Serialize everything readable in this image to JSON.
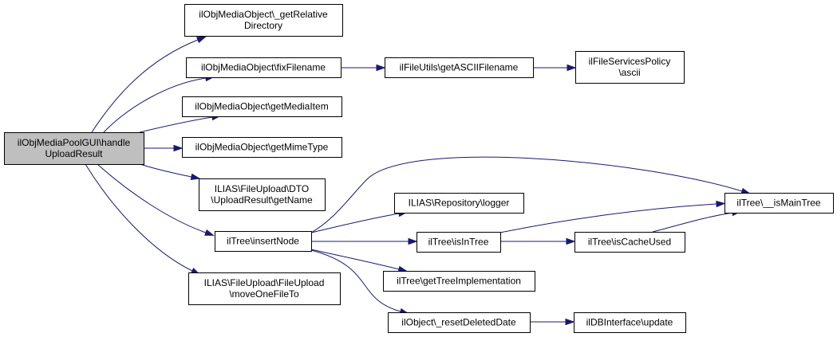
{
  "graph": {
    "type": "call-graph",
    "colors": {
      "edge": "#191970",
      "root_fill": "#bfbfbf",
      "node_fill": "#ffffff",
      "node_border": "#000000"
    },
    "nodes": [
      {
        "id": "root",
        "lines": [
          "ilObjMediaPoolGUI\\handle",
          "UploadResult"
        ],
        "root": true
      },
      {
        "id": "getRelativeDirectory",
        "lines": [
          "ilObjMediaObject\\_getRelative",
          "Directory"
        ]
      },
      {
        "id": "fixFilename",
        "lines": [
          "ilObjMediaObject\\fixFilename"
        ]
      },
      {
        "id": "getASCIIFilename",
        "lines": [
          "ilFileUtils\\getASCIIFilename"
        ]
      },
      {
        "id": "ascii",
        "lines": [
          "ilFileServicesPolicy",
          "\\ascii"
        ]
      },
      {
        "id": "getMediaItem",
        "lines": [
          "ilObjMediaObject\\getMediaItem"
        ]
      },
      {
        "id": "getMimeType",
        "lines": [
          "ilObjMediaObject\\getMimeType"
        ]
      },
      {
        "id": "getName",
        "lines": [
          "ILIAS\\FileUpload\\DTO",
          "\\UploadResult\\getName"
        ]
      },
      {
        "id": "insertNode",
        "lines": [
          "ilTree\\insertNode"
        ]
      },
      {
        "id": "moveOneFileTo",
        "lines": [
          "ILIAS\\FileUpload\\FileUpload",
          "\\moveOneFileTo"
        ]
      },
      {
        "id": "logger",
        "lines": [
          "ILIAS\\Repository\\logger"
        ]
      },
      {
        "id": "isInTree",
        "lines": [
          "ilTree\\isInTree"
        ]
      },
      {
        "id": "isCacheUsed",
        "lines": [
          "ilTree\\isCacheUsed"
        ]
      },
      {
        "id": "isMainTree",
        "lines": [
          "ilTree\\__isMainTree"
        ]
      },
      {
        "id": "getTreeImplementation",
        "lines": [
          "ilTree\\getTreeImplementation"
        ]
      },
      {
        "id": "resetDeletedDate",
        "lines": [
          "ilObject\\_resetDeletedDate"
        ]
      },
      {
        "id": "update",
        "lines": [
          "ilDBInterface\\update"
        ]
      }
    ],
    "edges": [
      {
        "from": "root",
        "to": "getRelativeDirectory"
      },
      {
        "from": "root",
        "to": "fixFilename"
      },
      {
        "from": "root",
        "to": "getMediaItem"
      },
      {
        "from": "root",
        "to": "getMimeType"
      },
      {
        "from": "root",
        "to": "getName"
      },
      {
        "from": "root",
        "to": "insertNode"
      },
      {
        "from": "root",
        "to": "moveOneFileTo"
      },
      {
        "from": "fixFilename",
        "to": "getASCIIFilename"
      },
      {
        "from": "getASCIIFilename",
        "to": "ascii"
      },
      {
        "from": "insertNode",
        "to": "isMainTree"
      },
      {
        "from": "insertNode",
        "to": "logger"
      },
      {
        "from": "insertNode",
        "to": "isInTree"
      },
      {
        "from": "insertNode",
        "to": "getTreeImplementation"
      },
      {
        "from": "insertNode",
        "to": "resetDeletedDate"
      },
      {
        "from": "isInTree",
        "to": "isMainTree"
      },
      {
        "from": "isInTree",
        "to": "isCacheUsed"
      },
      {
        "from": "isCacheUsed",
        "to": "isMainTree"
      },
      {
        "from": "resetDeletedDate",
        "to": "update"
      }
    ]
  }
}
